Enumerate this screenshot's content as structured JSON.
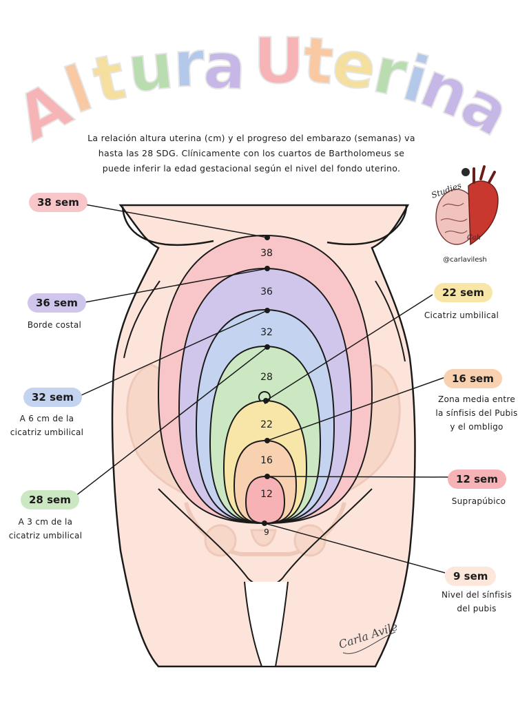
{
  "title": {
    "letters": [
      "A",
      "l",
      "t",
      "u",
      "r",
      "a",
      "U",
      "t",
      "e",
      "r",
      "i",
      "n",
      "a"
    ],
    "colors": [
      "#f7b4b6",
      "#f8c9a3",
      "#f5df9e",
      "#b9ddb0",
      "#b4c8ea",
      "#c6b7e6",
      "#f7b4b6",
      "#f8c9a3",
      "#f5df9e",
      "#b9ddb0",
      "#b4c8ea",
      "#c6b7e6",
      "#c6b7e6"
    ]
  },
  "intro_lines": [
    "La relación altura uterina (cm) y el progreso del embarazo (semanas) va",
    "hasta las 28 SDG. Clínicamente con los cuartos de Bartholomeus se",
    "puede inferir la edad gestacional según el nivel del fondo uterino."
  ],
  "logo": {
    "script_text": "Studies",
    "script_text_2": "Cah",
    "handle": "@carlavilesh"
  },
  "signature": "Carla Aviles",
  "levels": [
    {
      "week": "38",
      "label": "38 sem",
      "caption": [],
      "color": "#f8c6c8"
    },
    {
      "week": "36",
      "label": "36 sem",
      "caption": [
        "Borde costal"
      ],
      "color": "#d0c6ec"
    },
    {
      "week": "32",
      "label": "32 sem",
      "caption": [
        "A 6 cm de la",
        "cicatriz umbilical"
      ],
      "color": "#c3d3f0"
    },
    {
      "week": "28",
      "label": "28 sem",
      "caption": [
        "A 3 cm de la",
        "cicatriz umbilical"
      ],
      "color": "#cce8c2"
    },
    {
      "week": "22",
      "label": "22 sem",
      "caption": [
        "Cicatriz umbilical"
      ],
      "color": "#f8e6a8"
    },
    {
      "week": "16",
      "label": "16 sem",
      "caption": [
        "Zona media entre",
        "la sínfisis del Pubis",
        "y el ombligo"
      ],
      "color": "#f8d2b0"
    },
    {
      "week": "12",
      "label": "12 sem",
      "caption": [
        "Suprapúbico"
      ],
      "color": "#f7b2b5"
    },
    {
      "week": "9",
      "label": "9 sem",
      "caption": [
        "Nivel del sínfisis",
        "del pubis"
      ],
      "color": "#fde6da"
    }
  ],
  "colors": {
    "skin": "#fde4da",
    "skin_line": "#1a1a1a",
    "bone": "#f3cdbb",
    "bone_line": "#e2b3a0"
  }
}
